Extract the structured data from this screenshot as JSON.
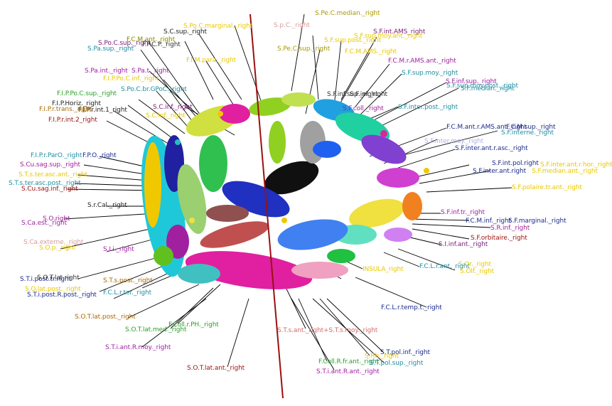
{
  "viewer": {
    "background": "#ffffff",
    "axis_color": "#9b1010"
  },
  "labels": [
    {
      "text": "S.Pe.C.median._right",
      "color": "#a89a00"
    },
    {
      "text": "S.Po.C.marginal._right",
      "color": "#e8c800"
    },
    {
      "text": "S.p.C._right",
      "color": "#d69c9c"
    },
    {
      "text": "S.C.sup._right",
      "color": "#222222"
    },
    {
      "text": "F.C.M.ant._right",
      "color": "#8a8a00"
    },
    {
      "text": "S.Po.C.sup._right",
      "color": "#7a1a7a"
    },
    {
      "text": "S.Pa.sup._right",
      "color": "#1e8fa0"
    },
    {
      "text": "F.P.C.P._right",
      "color": "#333333"
    },
    {
      "text": "S.F.int.AMS_right",
      "color": "#7a1a7a"
    },
    {
      "text": "S.F.sup.moy.ant._right",
      "color": "#e8c800"
    },
    {
      "text": "S.F.sup.post._right",
      "color": "#e8c800"
    },
    {
      "text": "S.Pe.C.sup._right",
      "color": "#a89a00"
    },
    {
      "text": "F.C.M.AMS._right",
      "color": "#e8c800"
    },
    {
      "text": "F.I.M.para._right",
      "color": "#e8c800"
    },
    {
      "text": "F.C.M.r.AMS.ant._right",
      "color": "#a020a0"
    },
    {
      "text": "S.Pa.int._right",
      "color": "#a020a0"
    },
    {
      "text": "S.Pa.t._right",
      "color": "#a020a0"
    },
    {
      "text": "S.F.sup.moy._right",
      "color": "#1e8fa0"
    },
    {
      "text": "S.F.inf.sup._right",
      "color": "#a020a0"
    },
    {
      "text": "S.F.sup.moy.post._right",
      "color": "#1e8fa0"
    },
    {
      "text": "F.I.P.Po.C.inf._right",
      "color": "#e8c800"
    },
    {
      "text": "S.F.median._right",
      "color": "#1e8fa0"
    },
    {
      "text": "S.Po.C.br.GPoC._right",
      "color": "#1e8fa0"
    },
    {
      "text": "F.I.P.Po.C.sup._right",
      "color": "#2aa02a"
    },
    {
      "text": "F.I.P.Horiz._right",
      "color": "#222222"
    },
    {
      "text": "S.F.inf._right",
      "color": "#222222"
    },
    {
      "text": "S.C.inf._right",
      "color": "#7a1a7a"
    },
    {
      "text": "F.I.P.r.trans._right",
      "color": "#a86a00"
    },
    {
      "text": "S.F.inf.sup._right",
      "color": "#333333"
    },
    {
      "text": "S.F.coll._right",
      "color": "#a020a0"
    },
    {
      "text": "S.F.inter.post._right",
      "color": "#1e8fa0"
    },
    {
      "text": "F.I.P.r.int.1_right",
      "color": "#222222"
    },
    {
      "text": "S.C.inf._right",
      "color": "#e8c800"
    },
    {
      "text": "F.I.P.r.int.2_right",
      "color": "#9b1010"
    },
    {
      "text": "F.C.M.ant.r.AMS.ant._right",
      "color": "#1a2a8a"
    },
    {
      "text": "F.C.M.sup._right",
      "color": "#1a2a8a"
    },
    {
      "text": "S.F.interne._right",
      "color": "#1e8fa0"
    },
    {
      "text": "S.F.inter.moy._right",
      "color": "#b0b0e0"
    },
    {
      "text": "S.F.inter.ant.r.asc._right",
      "color": "#1a2a8a"
    },
    {
      "text": "F.I.P.r.ParO._right",
      "color": "#1e8fa0"
    },
    {
      "text": "F.P.O._right",
      "color": "#1a2a8a"
    },
    {
      "text": "S.Cu.sag.sup._right",
      "color": "#a020a0"
    },
    {
      "text": "S.F.int.pol.right",
      "color": "#1a2a8a"
    },
    {
      "text": "S.F.inter.ant.right",
      "color": "#1a2a8a"
    },
    {
      "text": "S.F.polaire.tr.ant._right",
      "color": "#e8c800"
    },
    {
      "text": "S.F.inter.ant.r.hor._right",
      "color": "#e8c800"
    },
    {
      "text": "S.F.median.ant._right",
      "color": "#e8c800"
    },
    {
      "text": "S.T.s.ter.asc.ant._right",
      "color": "#e8c800"
    },
    {
      "text": "S.T.s.ter.asc.post._right",
      "color": "#1e8fa0"
    },
    {
      "text": "S.Cu.sag.inf._right",
      "color": "#9b1010"
    },
    {
      "text": "S.r.Cal._right",
      "color": "#222222"
    },
    {
      "text": "S.O.right",
      "color": "#a020a0"
    },
    {
      "text": "S.Ca.est._right",
      "color": "#a020a0"
    },
    {
      "text": "S.F.inf.tr._right",
      "color": "#a020a0"
    },
    {
      "text": "S.F.marginal._right",
      "color": "#1a2a8a"
    },
    {
      "text": "F.C.M.inf._right",
      "color": "#1a2a8a"
    },
    {
      "text": "S.R.inf._right",
      "color": "#a020a0"
    },
    {
      "text": "S.F.orbitaire._right",
      "color": "#9b1010"
    },
    {
      "text": "S.O.p._right",
      "color": "#e8c800"
    },
    {
      "text": "S.Ca.externe._right",
      "color": "#d69c9c"
    },
    {
      "text": "S.Li._right",
      "color": "#a020a0"
    },
    {
      "text": "S.I.inf.ant._right",
      "color": "#7a1a7a"
    },
    {
      "text": "S.T.i.post.tr.right",
      "color": "#1a2a8a"
    },
    {
      "text": "S.O.T.lat.right",
      "color": "#333333"
    },
    {
      "text": "S.O.lat.post._right",
      "color": "#e8c800"
    },
    {
      "text": "S.T.i.post.R.post._right",
      "color": "#1a2a8a"
    },
    {
      "text": "F.C.L.r.ter._right",
      "color": "#1e8fa0"
    },
    {
      "text": "S.T.s.post._right",
      "color": "#a86a00"
    },
    {
      "text": "S.O.T.lat.post._right",
      "color": "#a86a00"
    },
    {
      "text": "INSULA_right",
      "color": "#e8c800"
    },
    {
      "text": "F.C.L.r.ant._right",
      "color": "#1e8fa0"
    },
    {
      "text": "S.Or._right",
      "color": "#e8c800"
    },
    {
      "text": "S.Olf._right",
      "color": "#e8c800"
    },
    {
      "text": "F.Coll.r.PH._right",
      "color": "#2aa02a"
    },
    {
      "text": "S.O.T.lat.med._right",
      "color": "#2aa02a"
    },
    {
      "text": "F.C.L.r.temp.t._right",
      "color": "#1a2a8a"
    },
    {
      "text": "S.T.s.ant._right+S.T.s.moy._right",
      "color": "#d66a6a"
    },
    {
      "text": "S.T.i.ant.R.moy._right",
      "color": "#a020a0"
    },
    {
      "text": "S.T.pol.inf._right",
      "color": "#1a2a8a"
    },
    {
      "text": "S.Rh._right",
      "color": "#e8c800"
    },
    {
      "text": "S.T.pol.sup._right",
      "color": "#1e8fa0"
    },
    {
      "text": "F.Coll.R.fr.ant._right",
      "color": "#2aa02a"
    },
    {
      "text": "S.O.T.lat.ant._right",
      "color": "#9b1010"
    },
    {
      "text": "S.T.i.ant.R.ant._right",
      "color": "#a020a0"
    }
  ]
}
